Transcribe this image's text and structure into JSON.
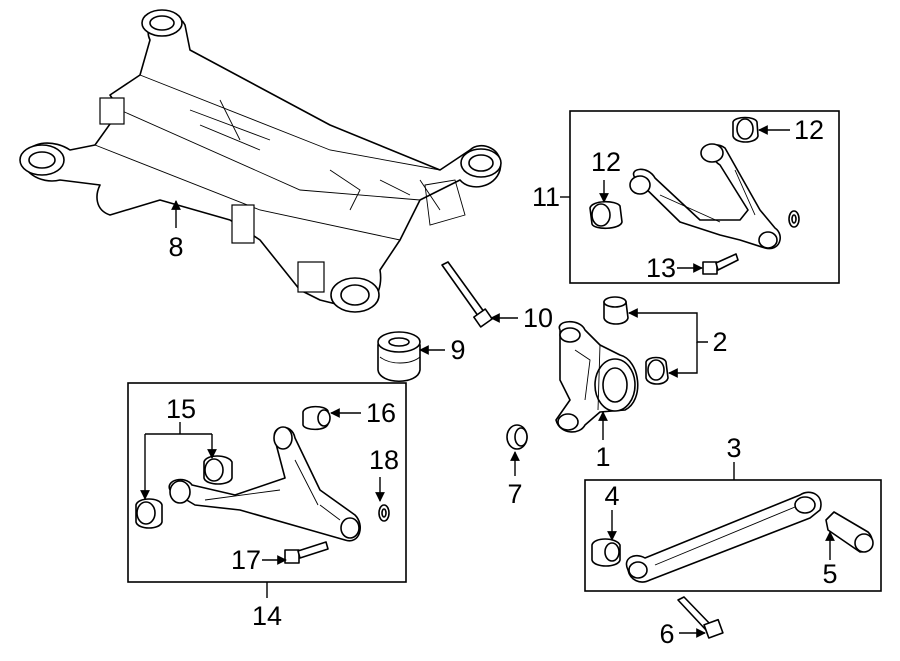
{
  "callouts": {
    "c1": "1",
    "c2": "2",
    "c3": "3",
    "c4": "4",
    "c5": "5",
    "c6": "6",
    "c7": "7",
    "c8": "8",
    "c9": "9",
    "c10": "10",
    "c11": "11",
    "c12a": "12",
    "c12b": "12",
    "c13": "13",
    "c14": "14",
    "c15": "15",
    "c16": "16",
    "c17": "17",
    "c18": "18"
  }
}
